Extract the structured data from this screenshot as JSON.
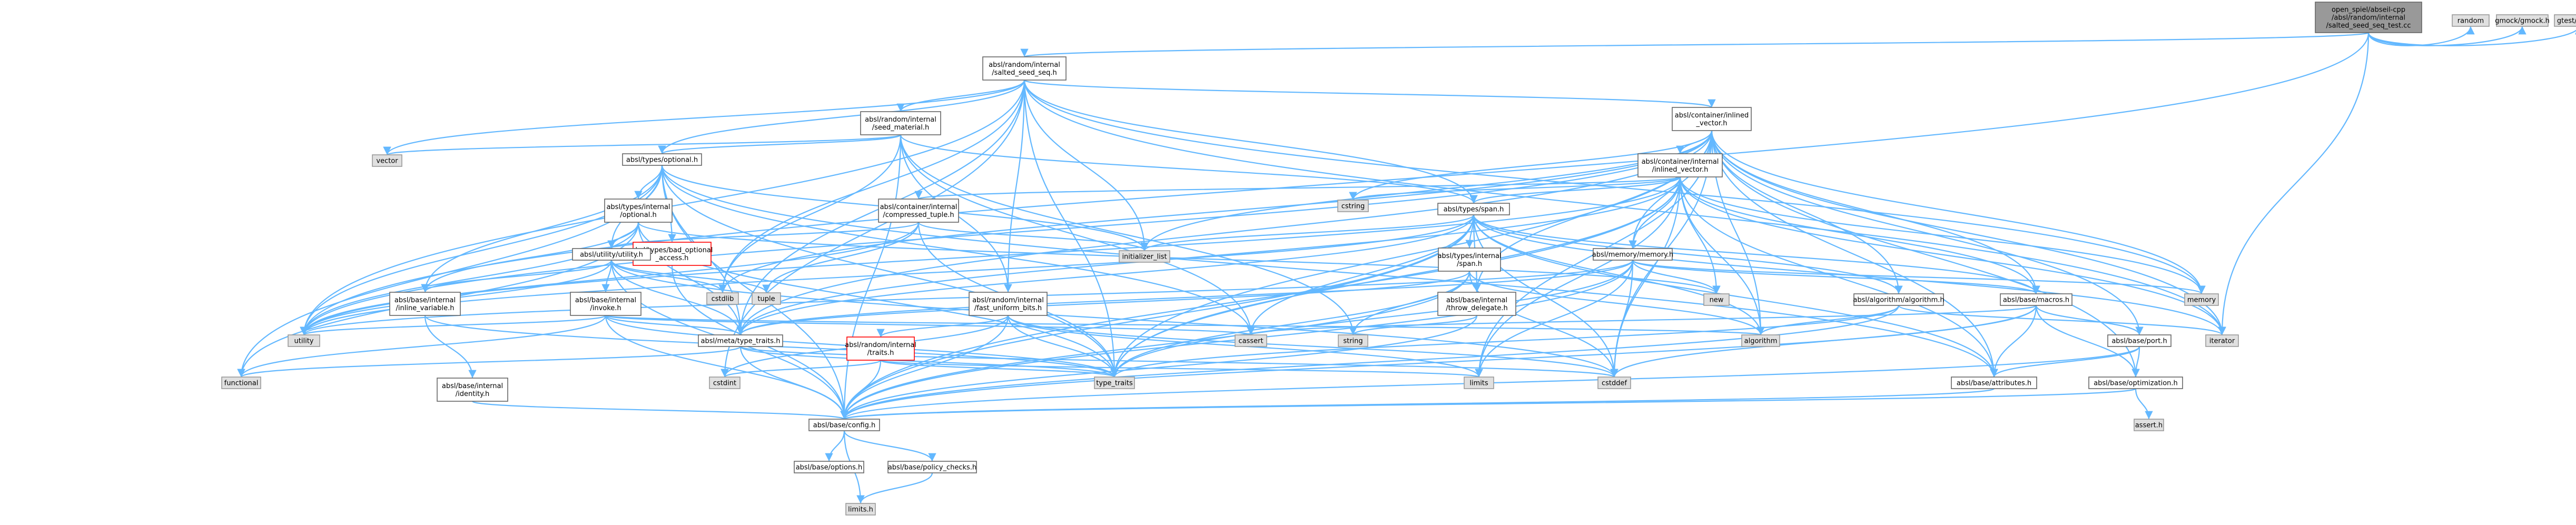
{
  "colors": {
    "root_fill": "#999999",
    "header_fill": "#ffffff",
    "system_fill": "#e0e0e0",
    "missing_border": "#ff0000",
    "default_border": "#666666",
    "system_border": "#999999",
    "edge": "#63b8ff"
  },
  "nodes": [
    {
      "id": "root",
      "lines": [
        "open_spiel/abseil-cpp",
        "/absl/random/internal",
        "/salted_seed_seq_test.cc"
      ],
      "kind": "root"
    },
    {
      "id": "random",
      "lines": [
        "random"
      ],
      "kind": "system"
    },
    {
      "id": "gmock",
      "lines": [
        "gmock/gmock.h"
      ],
      "kind": "system"
    },
    {
      "id": "gtest",
      "lines": [
        "gtest/gtest.h"
      ],
      "kind": "system"
    },
    {
      "id": "salted",
      "lines": [
        "absl/random/internal",
        "/salted_seed_seq.h"
      ],
      "kind": "header"
    },
    {
      "id": "seedmat",
      "lines": [
        "absl/random/internal",
        "/seed_material.h"
      ],
      "kind": "header"
    },
    {
      "id": "inlvec",
      "lines": [
        "absl/container/inlined",
        "_vector.h"
      ],
      "kind": "header"
    },
    {
      "id": "vector",
      "lines": [
        "vector"
      ],
      "kind": "system"
    },
    {
      "id": "optional",
      "lines": [
        "absl/types/optional.h"
      ],
      "kind": "header"
    },
    {
      "id": "inlvecint",
      "lines": [
        "absl/container/internal",
        "/inlined_vector.h"
      ],
      "kind": "header"
    },
    {
      "id": "optint",
      "lines": [
        "absl/types/internal",
        "/optional.h"
      ],
      "kind": "header"
    },
    {
      "id": "comptuple",
      "lines": [
        "absl/container/internal",
        "/compressed_tuple.h"
      ],
      "kind": "header"
    },
    {
      "id": "cstring",
      "lines": [
        "cstring"
      ],
      "kind": "system"
    },
    {
      "id": "span",
      "lines": [
        "absl/types/span.h"
      ],
      "kind": "header"
    },
    {
      "id": "badopt",
      "lines": [
        "absl/types/bad_optional",
        "_access.h"
      ],
      "kind": "missing"
    },
    {
      "id": "utilh",
      "lines": [
        "absl/utility/utility.h"
      ],
      "kind": "header"
    },
    {
      "id": "initlist",
      "lines": [
        "initializer_list"
      ],
      "kind": "system"
    },
    {
      "id": "memoryh",
      "lines": [
        "absl/memory/memory.h"
      ],
      "kind": "header"
    },
    {
      "id": "spanint",
      "lines": [
        "absl/types/internal",
        "/span.h"
      ],
      "kind": "header"
    },
    {
      "id": "inlvar",
      "lines": [
        "absl/base/internal",
        "/inline_variable.h"
      ],
      "kind": "header"
    },
    {
      "id": "invoke",
      "lines": [
        "absl/base/internal",
        "/invoke.h"
      ],
      "kind": "header"
    },
    {
      "id": "cstdlib",
      "lines": [
        "cstdlib"
      ],
      "kind": "system"
    },
    {
      "id": "tuple",
      "lines": [
        "tuple"
      ],
      "kind": "system"
    },
    {
      "id": "fastuni",
      "lines": [
        "absl/random/internal",
        "/fast_uniform_bits.h"
      ],
      "kind": "header"
    },
    {
      "id": "throwdel",
      "lines": [
        "absl/base/internal",
        "/throw_delegate.h"
      ],
      "kind": "header"
    },
    {
      "id": "new",
      "lines": [
        "new"
      ],
      "kind": "system"
    },
    {
      "id": "memory",
      "lines": [
        "memory"
      ],
      "kind": "system"
    },
    {
      "id": "algoh",
      "lines": [
        "absl/algorithm/algorithm.h"
      ],
      "kind": "header"
    },
    {
      "id": "macros",
      "lines": [
        "absl/base/macros.h"
      ],
      "kind": "header"
    },
    {
      "id": "utility",
      "lines": [
        "utility"
      ],
      "kind": "system"
    },
    {
      "id": "metatt",
      "lines": [
        "absl/meta/type_traits.h"
      ],
      "kind": "header"
    },
    {
      "id": "rtraits",
      "lines": [
        "absl/random/internal",
        "/traits.h"
      ],
      "kind": "missing"
    },
    {
      "id": "cassert",
      "lines": [
        "cassert"
      ],
      "kind": "system"
    },
    {
      "id": "string",
      "lines": [
        "string"
      ],
      "kind": "system"
    },
    {
      "id": "algorithm",
      "lines": [
        "algorithm"
      ],
      "kind": "system"
    },
    {
      "id": "iterator",
      "lines": [
        "iterator"
      ],
      "kind": "system"
    },
    {
      "id": "functional",
      "lines": [
        "functional"
      ],
      "kind": "system"
    },
    {
      "id": "identity",
      "lines": [
        "absl/base/internal",
        "/identity.h"
      ],
      "kind": "header"
    },
    {
      "id": "cstdint",
      "lines": [
        "cstdint"
      ],
      "kind": "system"
    },
    {
      "id": "typetraits",
      "lines": [
        "type_traits"
      ],
      "kind": "system"
    },
    {
      "id": "limits",
      "lines": [
        "limits"
      ],
      "kind": "system"
    },
    {
      "id": "cstddef",
      "lines": [
        "cstddef"
      ],
      "kind": "system"
    },
    {
      "id": "port",
      "lines": [
        "absl/base/port.h"
      ],
      "kind": "header"
    },
    {
      "id": "attrs",
      "lines": [
        "absl/base/attributes.h"
      ],
      "kind": "header"
    },
    {
      "id": "optim",
      "lines": [
        "absl/base/optimization.h"
      ],
      "kind": "header"
    },
    {
      "id": "config",
      "lines": [
        "absl/base/config.h"
      ],
      "kind": "header"
    },
    {
      "id": "asserth",
      "lines": [
        "assert.h"
      ],
      "kind": "system"
    },
    {
      "id": "options",
      "lines": [
        "absl/base/options.h"
      ],
      "kind": "header"
    },
    {
      "id": "policy",
      "lines": [
        "absl/base/policy_checks.h"
      ],
      "kind": "header"
    },
    {
      "id": "limitsh",
      "lines": [
        "limits.h"
      ],
      "kind": "system"
    }
  ],
  "edges": [
    [
      "root",
      "random"
    ],
    [
      "root",
      "gmock"
    ],
    [
      "root",
      "gtest"
    ],
    [
      "root",
      "salted"
    ],
    [
      "root",
      "utility"
    ],
    [
      "root",
      "iterator"
    ],
    [
      "salted",
      "seedmat"
    ],
    [
      "salted",
      "inlvec"
    ],
    [
      "salted",
      "vector"
    ],
    [
      "salted",
      "optional"
    ],
    [
      "salted",
      "span"
    ],
    [
      "salted",
      "initlist"
    ],
    [
      "salted",
      "memory"
    ],
    [
      "salted",
      "iterator"
    ],
    [
      "salted",
      "cstdlib"
    ],
    [
      "salted",
      "typetraits"
    ],
    [
      "salted",
      "utility"
    ],
    [
      "salted",
      "metatt"
    ],
    [
      "salted",
      "cstdint"
    ],
    [
      "salted",
      "fastuni"
    ],
    [
      "seedmat",
      "vector"
    ],
    [
      "seedmat",
      "optional"
    ],
    [
      "seedmat",
      "span"
    ],
    [
      "seedmat",
      "fastuni"
    ],
    [
      "seedmat",
      "cassert"
    ],
    [
      "seedmat",
      "string"
    ],
    [
      "seedmat",
      "cstdlib"
    ],
    [
      "seedmat",
      "config"
    ],
    [
      "inlvec",
      "inlvecint"
    ],
    [
      "inlvec",
      "algorithm"
    ],
    [
      "inlvec",
      "cstring"
    ],
    [
      "inlvec",
      "initlist"
    ],
    [
      "inlvec",
      "iterator"
    ],
    [
      "inlvec",
      "memory"
    ],
    [
      "inlvec",
      "macros"
    ],
    [
      "inlvec",
      "memoryh"
    ],
    [
      "inlvec",
      "throwdel"
    ],
    [
      "inlvec",
      "metatt"
    ],
    [
      "inlvec",
      "algoh"
    ],
    [
      "inlvec",
      "attrs"
    ],
    [
      "inlvec",
      "optim"
    ],
    [
      "inlvec",
      "port"
    ],
    [
      "inlvec",
      "typetraits"
    ],
    [
      "inlvec",
      "utility"
    ],
    [
      "inlvec",
      "cstddef"
    ],
    [
      "inlvec",
      "cstdlib"
    ],
    [
      "inlvec",
      "limits"
    ],
    [
      "optional",
      "utilh"
    ],
    [
      "optional",
      "badopt"
    ],
    [
      "optional",
      "optint"
    ],
    [
      "optional",
      "inlvar"
    ],
    [
      "optional",
      "metatt"
    ],
    [
      "optional",
      "functional"
    ],
    [
      "optional",
      "initlist"
    ],
    [
      "optional",
      "typetraits"
    ],
    [
      "optional",
      "utility"
    ],
    [
      "optional",
      "config"
    ],
    [
      "optional",
      "attrs"
    ],
    [
      "optional",
      "cassert"
    ],
    [
      "optint",
      "utilh"
    ],
    [
      "optint",
      "inlvar"
    ],
    [
      "optint",
      "metatt"
    ],
    [
      "optint",
      "functional"
    ],
    [
      "optint",
      "new"
    ],
    [
      "optint",
      "typetraits"
    ],
    [
      "optint",
      "utility"
    ],
    [
      "inlvecint",
      "comptuple"
    ],
    [
      "inlvecint",
      "span"
    ],
    [
      "inlvecint",
      "memoryh"
    ],
    [
      "inlvecint",
      "macros"
    ],
    [
      "inlvecint",
      "cstring"
    ],
    [
      "inlvecint",
      "algorithm"
    ],
    [
      "inlvecint",
      "iterator"
    ],
    [
      "inlvecint",
      "limits"
    ],
    [
      "inlvecint",
      "new"
    ],
    [
      "inlvecint",
      "typetraits"
    ],
    [
      "inlvecint",
      "utility"
    ],
    [
      "inlvecint",
      "cstddef"
    ],
    [
      "inlvecint",
      "attrs"
    ],
    [
      "inlvecint",
      "config"
    ],
    [
      "inlvecint",
      "metatt"
    ],
    [
      "inlvecint",
      "memory"
    ],
    [
      "comptuple",
      "utilh"
    ],
    [
      "comptuple",
      "initlist"
    ],
    [
      "comptuple",
      "tuple"
    ],
    [
      "comptuple",
      "typetraits"
    ],
    [
      "comptuple",
      "utility"
    ],
    [
      "span",
      "spanint"
    ],
    [
      "span",
      "throwdel"
    ],
    [
      "span",
      "macros"
    ],
    [
      "span",
      "metatt"
    ],
    [
      "span",
      "algorithm"
    ],
    [
      "span",
      "cassert"
    ],
    [
      "span",
      "cstddef"
    ],
    [
      "span",
      "initlist"
    ],
    [
      "span",
      "iterator"
    ],
    [
      "span",
      "typetraits"
    ],
    [
      "span",
      "utility"
    ],
    [
      "span",
      "algoh"
    ],
    [
      "span",
      "attrs"
    ],
    [
      "span",
      "config"
    ],
    [
      "spanint",
      "algorithm"
    ],
    [
      "spanint",
      "cstddef"
    ],
    [
      "spanint",
      "string"
    ],
    [
      "spanint",
      "typetraits"
    ],
    [
      "spanint",
      "config"
    ],
    [
      "spanint",
      "metatt"
    ],
    [
      "utilh",
      "inlvar"
    ],
    [
      "utilh",
      "invoke"
    ],
    [
      "utilh",
      "metatt"
    ],
    [
      "utilh",
      "cstddef"
    ],
    [
      "utilh",
      "cstdlib"
    ],
    [
      "utilh",
      "tuple"
    ],
    [
      "utilh",
      "utility"
    ],
    [
      "utilh",
      "config"
    ],
    [
      "invoke",
      "algorithm"
    ],
    [
      "invoke",
      "cassert"
    ],
    [
      "invoke",
      "functional"
    ],
    [
      "invoke",
      "typetraits"
    ],
    [
      "invoke",
      "utility"
    ],
    [
      "invoke",
      "metatt"
    ],
    [
      "invoke",
      "config"
    ],
    [
      "inlvar",
      "identity"
    ],
    [
      "inlvar",
      "typetraits"
    ],
    [
      "badopt",
      "config"
    ],
    [
      "identity",
      "config"
    ],
    [
      "memoryh",
      "macros"
    ],
    [
      "memoryh",
      "metatt"
    ],
    [
      "memoryh",
      "cstddef"
    ],
    [
      "memoryh",
      "limits"
    ],
    [
      "memoryh",
      "memory"
    ],
    [
      "memoryh",
      "new"
    ],
    [
      "memoryh",
      "typetraits"
    ],
    [
      "memoryh",
      "utility"
    ],
    [
      "memoryh",
      "config"
    ],
    [
      "algoh",
      "algorithm"
    ],
    [
      "algoh",
      "iterator"
    ],
    [
      "algoh",
      "typetraits"
    ],
    [
      "algoh",
      "config"
    ],
    [
      "macros",
      "cassert"
    ],
    [
      "macros",
      "cstddef"
    ],
    [
      "macros",
      "attrs"
    ],
    [
      "macros",
      "config"
    ],
    [
      "macros",
      "optim"
    ],
    [
      "macros",
      "port"
    ],
    [
      "throwdel",
      "string"
    ],
    [
      "throwdel",
      "config"
    ],
    [
      "metatt",
      "cstddef"
    ],
    [
      "metatt",
      "functional"
    ],
    [
      "metatt",
      "type_traits_dummy"
    ],
    [
      "metatt",
      "typetraits"
    ],
    [
      "metatt",
      "config"
    ],
    [
      "fastuni",
      "cstddef"
    ],
    [
      "fastuni",
      "cstdint"
    ],
    [
      "fastuni",
      "limits"
    ],
    [
      "fastuni",
      "typetraits"
    ],
    [
      "fastuni",
      "config"
    ],
    [
      "fastuni",
      "rtraits"
    ],
    [
      "rtraits",
      "cstdint"
    ],
    [
      "rtraits",
      "limits"
    ],
    [
      "rtraits",
      "typetraits"
    ],
    [
      "rtraits",
      "config"
    ],
    [
      "port",
      "attrs"
    ],
    [
      "port",
      "config"
    ],
    [
      "port",
      "optim"
    ],
    [
      "attrs",
      "config"
    ],
    [
      "optim",
      "asserth"
    ],
    [
      "optim",
      "config"
    ],
    [
      "config",
      "options"
    ],
    [
      "config",
      "policy"
    ],
    [
      "config",
      "limitsh"
    ],
    [
      "policy",
      "limitsh"
    ]
  ]
}
